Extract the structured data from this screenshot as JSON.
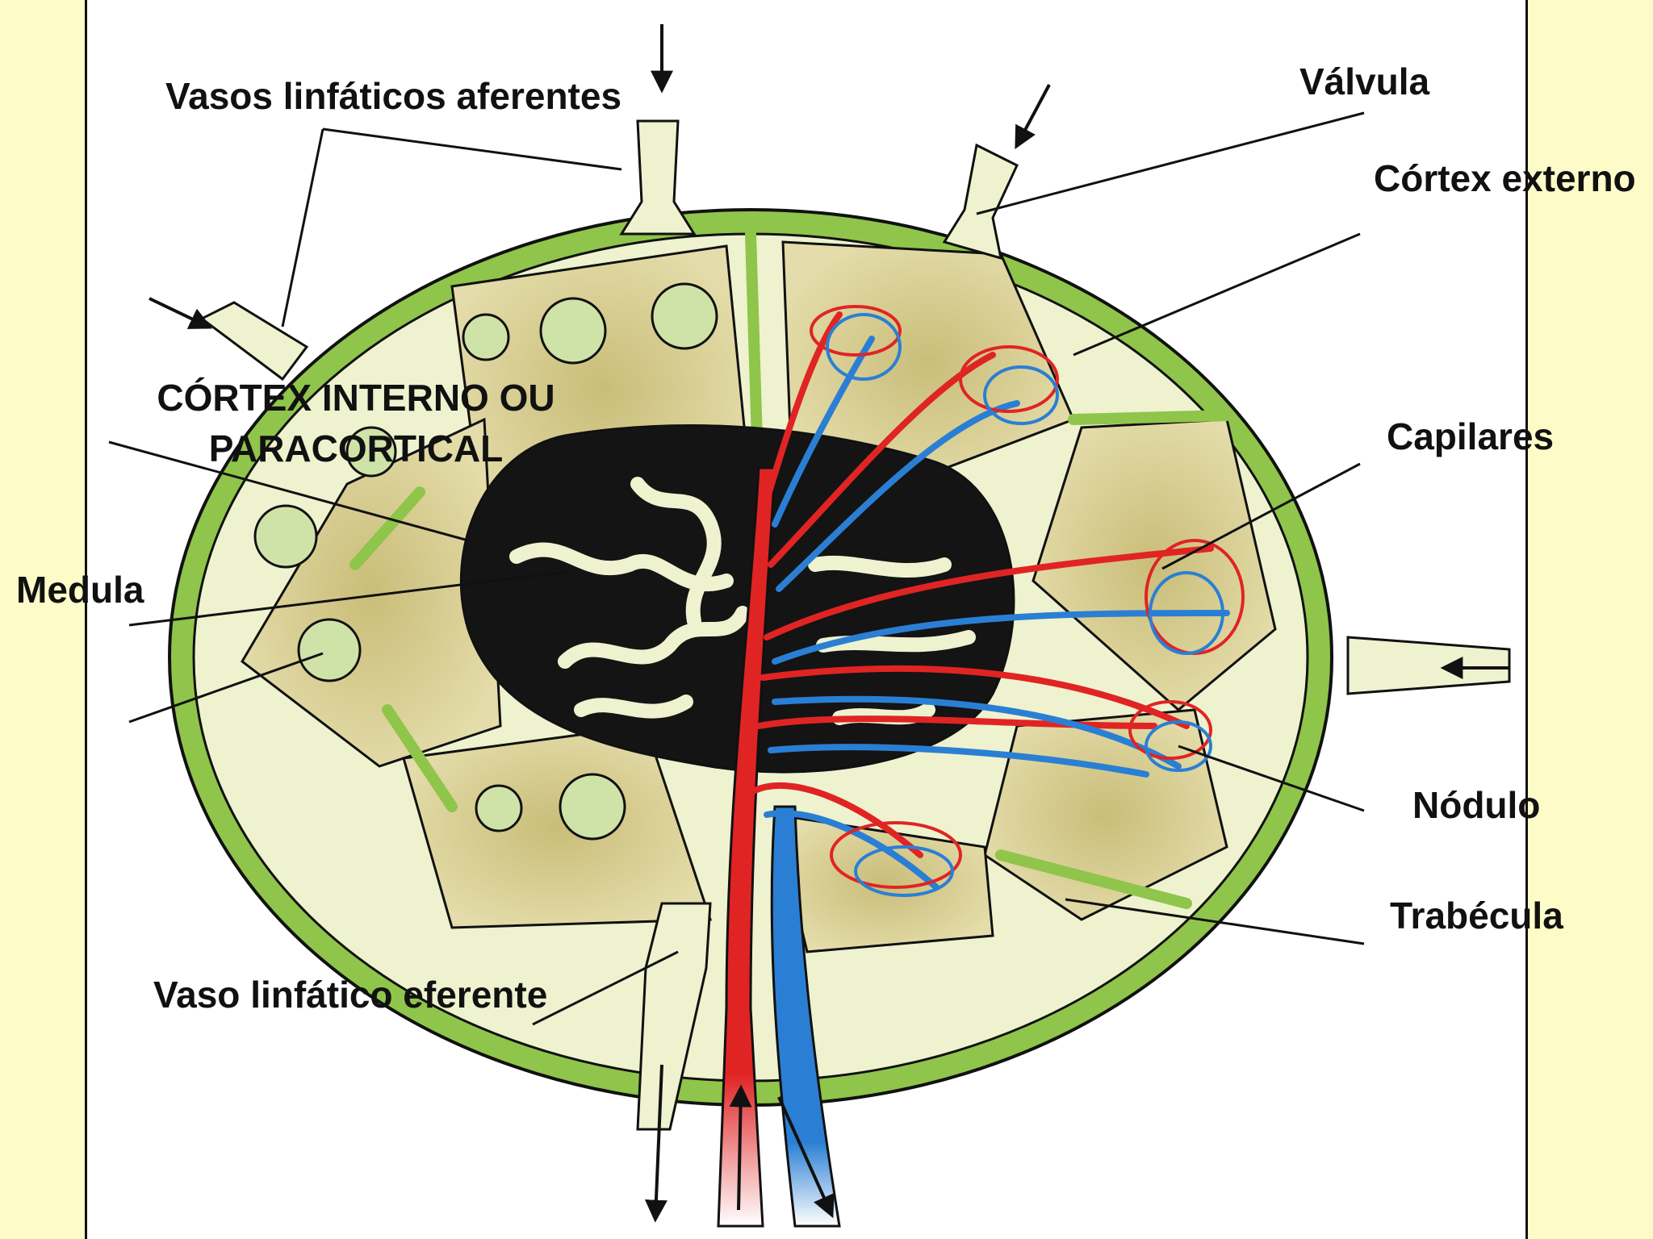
{
  "labels": {
    "vasos_aferentes": "Vasos linfáticos aferentes",
    "valvula": "Válvula",
    "cortex_externo": "Córtex externo",
    "cortex_interno_l1": "CÓRTEX INTERNO OU",
    "cortex_interno_l2": "PARACORTICAL",
    "capilares": "Capilares",
    "medula": "Medula",
    "nodulo": "Nódulo",
    "trabecula": "Trabécula",
    "vaso_eferente": "Vaso linfático eferente"
  },
  "colors": {
    "background": "#fdfcc8",
    "capsule": "#8fc54a",
    "sinus": "#eef2cf",
    "cortex": "#dcd49a",
    "medulla": "#141414",
    "artery": "#e02424",
    "vein": "#2a7fd4",
    "follicle": "#cfe3a8"
  }
}
